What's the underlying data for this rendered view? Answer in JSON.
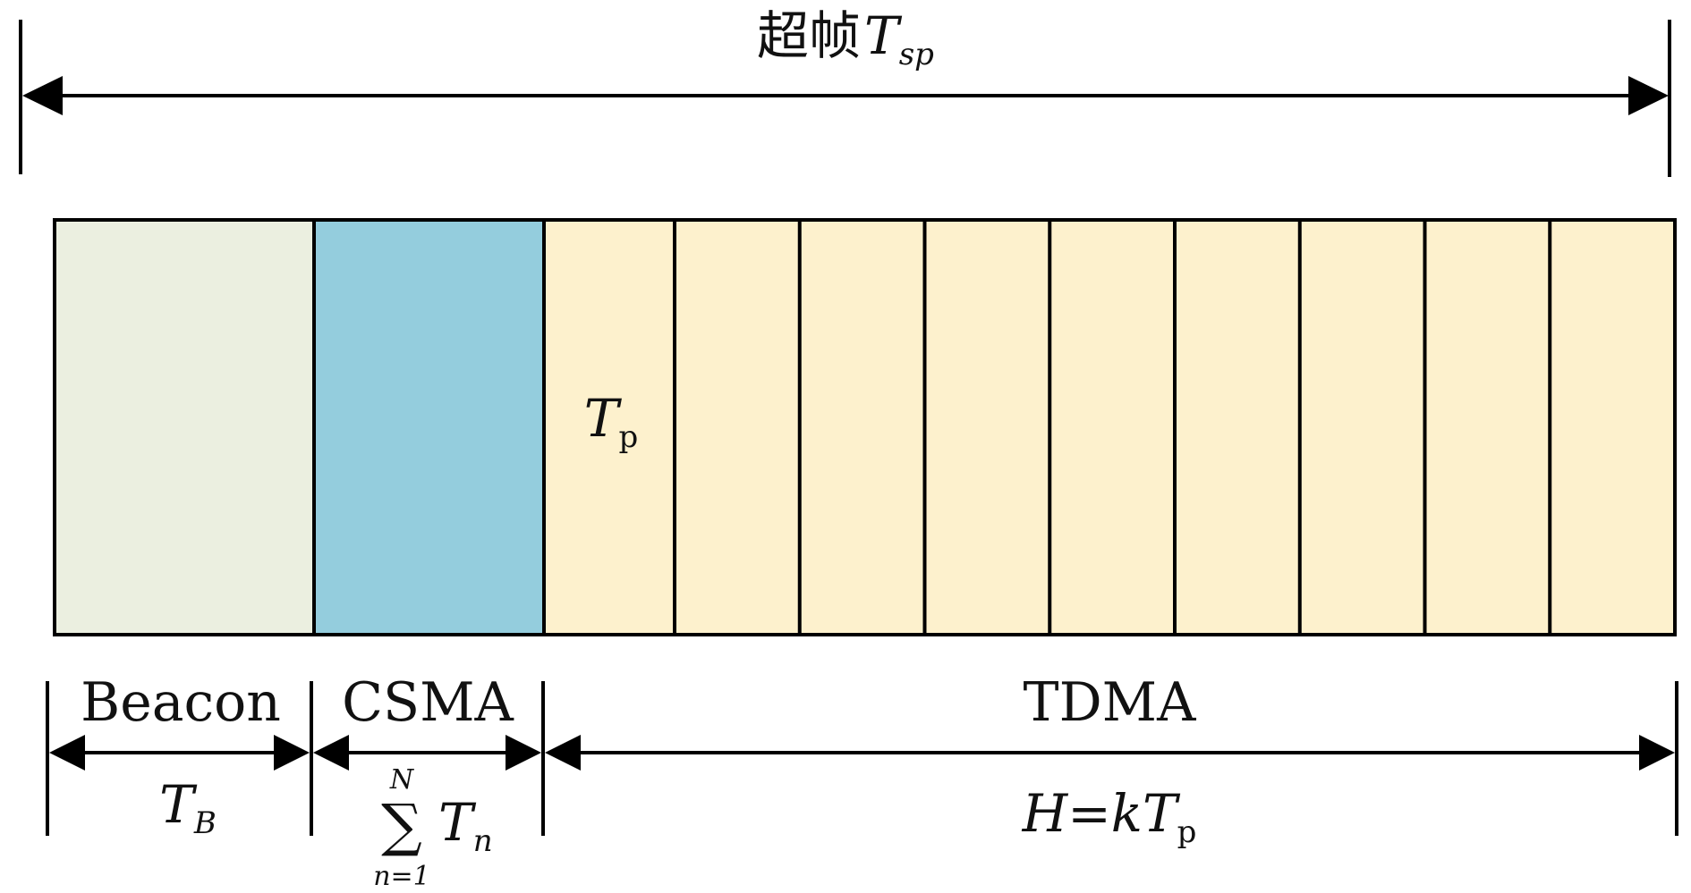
{
  "superframe": {
    "label_cn": "超帧",
    "symbol": "T",
    "subscript": "sp"
  },
  "segments": [
    {
      "id": "beacon",
      "name": "Beacon",
      "fill": "#ebefe0",
      "duration_symbol": "T",
      "duration_subscript": "B"
    },
    {
      "id": "csma",
      "name": "CSMA",
      "fill": "#94cddd",
      "sum_upper": "N",
      "sum_lower": "n=1",
      "sum_term": "T",
      "sum_term_subscript": "n"
    },
    {
      "id": "tdma",
      "name": "TDMA",
      "fill": "#fdf1cd",
      "duration_lhs": "H",
      "duration_eq": "=",
      "duration_coef": "k",
      "duration_symbol": "T",
      "duration_subscript": "p",
      "slot_count": 9
    }
  ],
  "slot_label": {
    "symbol": "T",
    "subscript": "p"
  },
  "colors": {
    "stroke": "#000000",
    "beacon": "#ebefe0",
    "csma": "#94cddd",
    "tdma": "#fdf1cd"
  }
}
